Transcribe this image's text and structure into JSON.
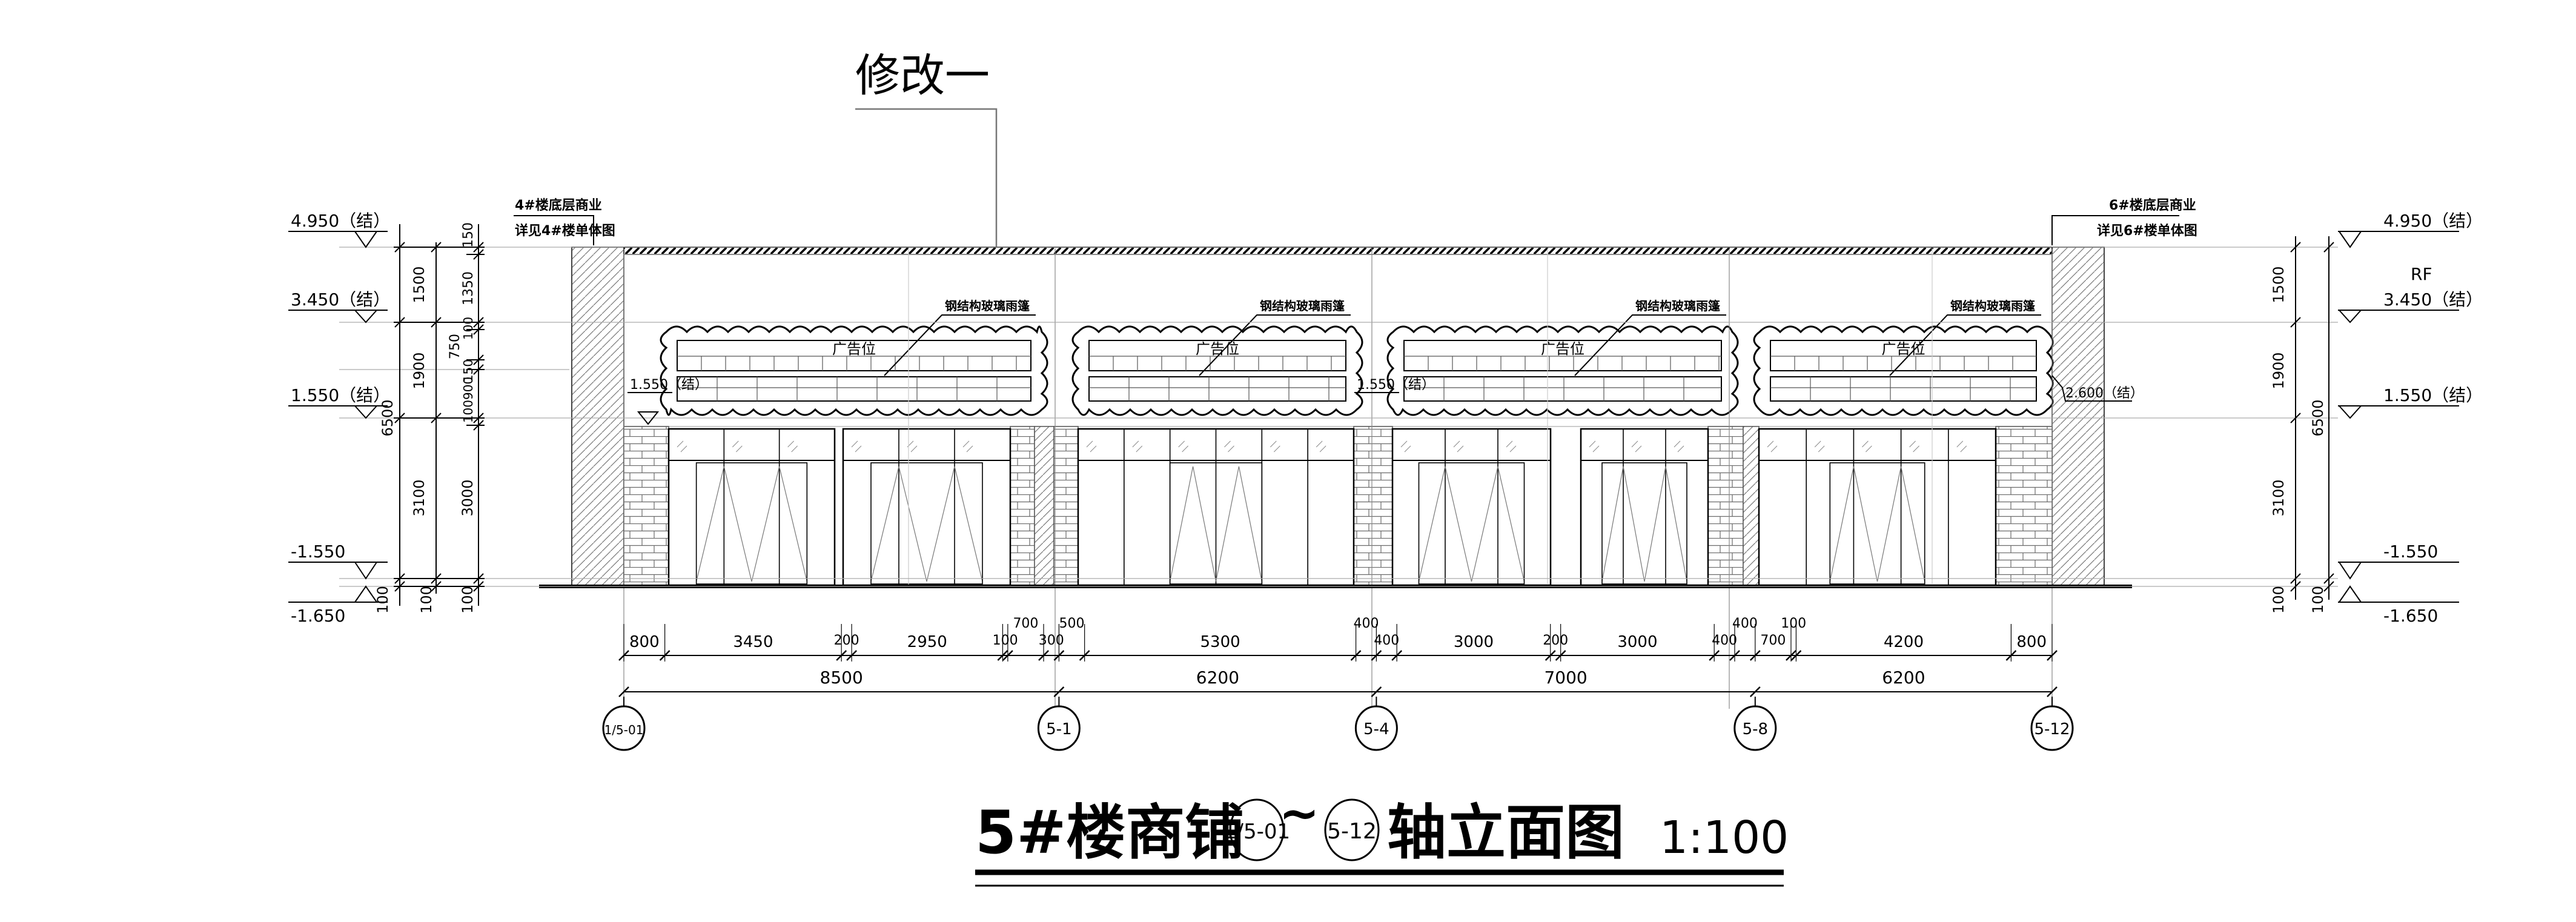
{
  "revision_note": "修改一",
  "neighbors": {
    "left": {
      "line1": "4#楼底层商业",
      "line2": "详见4#楼单体图"
    },
    "right": {
      "line1": "6#楼底层商业",
      "line2": "详见6#楼单体图"
    }
  },
  "levels_left": {
    "top": "4.950（结）",
    "upper": "3.450（结）",
    "mid": "1.550（结）",
    "ground": "-1.550",
    "base": "-1.650"
  },
  "levels_right": {
    "top": "4.950（结）",
    "roof_tag": "RF",
    "upper": "3.450（结）",
    "mid": "1.550（结）",
    "ground": "-1.550",
    "base": "-1.650"
  },
  "inline_levels": {
    "a": "1.550（结）",
    "b": "1.550（结）",
    "c": "2.600（结）"
  },
  "vdims_left_outer": {
    "d1500": "1500",
    "d1900": "1900",
    "d3100": "3100",
    "d100": "100",
    "total": "6500"
  },
  "vdims_left_inner": {
    "d150": "150",
    "d1350": "1350",
    "d100a": "100",
    "d750": "750",
    "d150b": "150",
    "d100900": "100900",
    "d3000": "3000",
    "d100b": "100"
  },
  "vdims_right": {
    "d1500": "1500",
    "d1900": "1900",
    "d3100": "3100",
    "d100": "100",
    "total": "6500"
  },
  "canopy_labels": [
    "钢结构玻璃雨篷",
    "钢结构玻璃雨篷",
    "钢结构玻璃雨篷",
    "钢结构玻璃雨篷"
  ],
  "ad_labels": [
    "广告位",
    "广告位",
    "广告位",
    "广告位"
  ],
  "hdims_row1": [
    "800",
    "3450",
    "200",
    "2950",
    "100",
    "700",
    "300",
    "500",
    "5300",
    "400",
    "400",
    "3000",
    "200",
    "3000",
    "400",
    "400",
    "700",
    "100",
    "4200",
    "800"
  ],
  "hdims_row2": [
    "8500",
    "6200",
    "7000",
    "6200"
  ],
  "axes": [
    "1/5-01",
    "5-1",
    "5-4",
    "5-8",
    "5-12"
  ],
  "title": {
    "main": "5#楼商铺",
    "axis_from": "1/5-01",
    "tilde": "~",
    "axis_to": "5-12",
    "suffix": "轴立面图",
    "scale": "1:100"
  }
}
